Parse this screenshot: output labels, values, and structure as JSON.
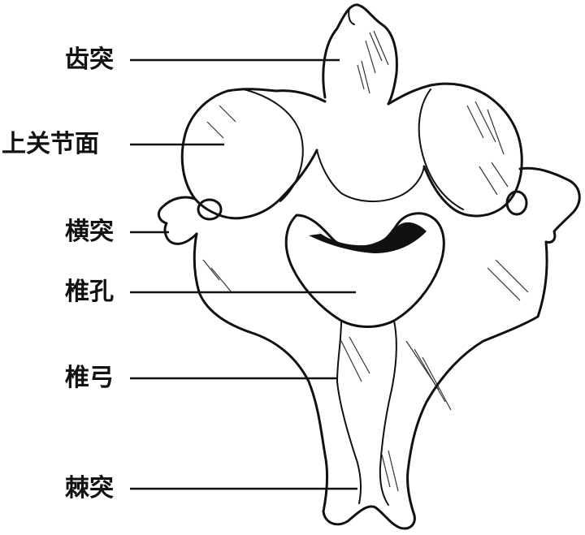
{
  "labels": {
    "dens": "齿突",
    "articular_surface": "上关节面",
    "transverse_process": "横突",
    "vertebral_foramen": "椎孔",
    "vertebral_arch": "椎弓",
    "spinous_process": "棘突"
  },
  "colors": {
    "ink": "#111111",
    "background": "#ffffff"
  }
}
